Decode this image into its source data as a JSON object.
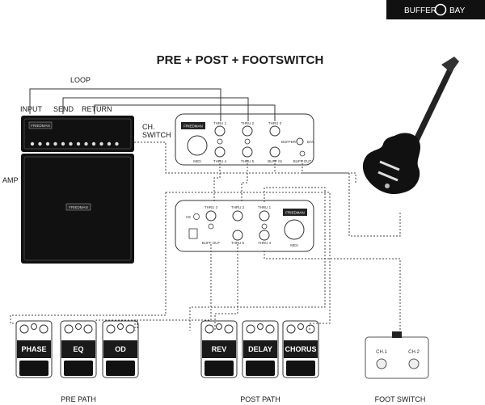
{
  "header": {
    "logo_text": "BUFFER",
    "logo_suffix": "BAY"
  },
  "title": "PRE + POST + FOOTSWITCH",
  "labels": {
    "loop": "LOOP",
    "input": "INPUT",
    "send": "SEND",
    "return": "RETURN",
    "ch": "CH.",
    "switch": "SWITCH",
    "amp": "AMP"
  },
  "amp": {
    "head_brand": "FRIEDMAN",
    "cab_brand": "FRIEDMAN"
  },
  "buffer_top": {
    "brand": "FRIEDMAN",
    "product": "BUFFER",
    "product_suffix": "BAY",
    "ports_top": [
      "THRU 1",
      "THRU 2",
      "THRU 3"
    ],
    "ports_bottom": [
      "THRU 4",
      "THRU 5",
      "BUFF IN",
      "BUFF OUT"
    ],
    "midi": "MIDI"
  },
  "buffer_bottom": {
    "brand": "FRIEDMAN",
    "ports_top": [
      "THRU 3",
      "THRU 2",
      "THRU 1"
    ],
    "ports_bottom": [
      "BUFF OUT",
      "THRU 5",
      "THRU 4"
    ],
    "midi": "MIDI"
  },
  "pre_pedals": [
    "PHASE",
    "EQ",
    "OD"
  ],
  "post_pedals": [
    "REV",
    "DELAY",
    "CHORUS"
  ],
  "footswitch": {
    "ch1": "CH.1",
    "ch2": "CH.2"
  },
  "sections": {
    "pre_path": "PRE PATH",
    "post_path": "POST PATH",
    "foot_switch": "FOOT SWITCH"
  }
}
